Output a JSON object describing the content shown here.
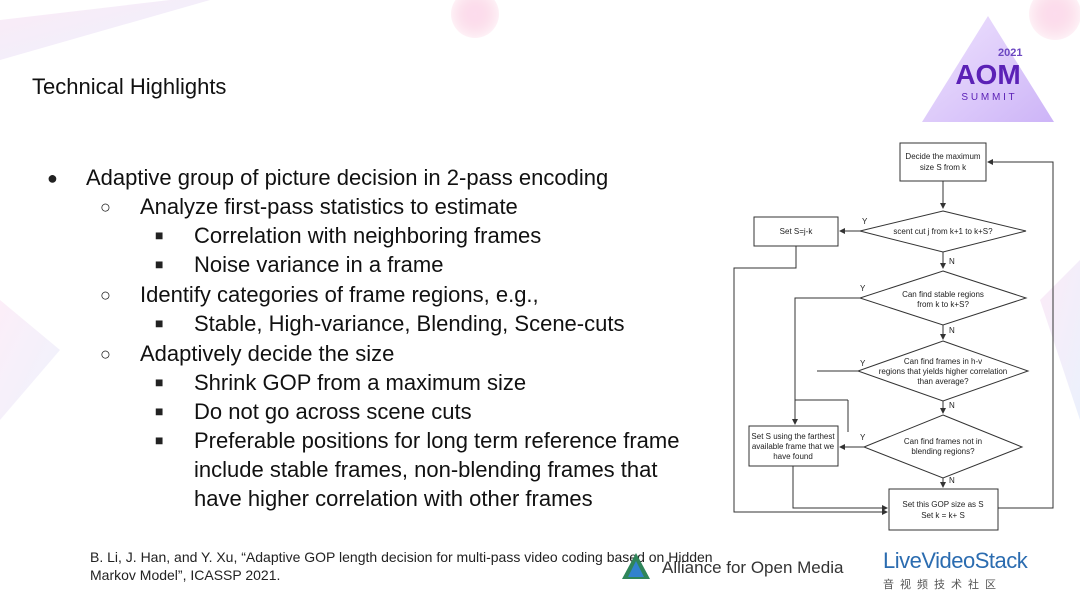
{
  "slide": {
    "title": "Technical Highlights",
    "bullets": [
      {
        "level": 1,
        "text": "Adaptive group of picture decision in 2-pass encoding"
      },
      {
        "level": 2,
        "text": "Analyze first-pass statistics to estimate"
      },
      {
        "level": 3,
        "text": "Correlation with neighboring frames"
      },
      {
        "level": 3,
        "text": "Noise variance in a frame"
      },
      {
        "level": 2,
        "text": "Identify categories of frame regions, e.g.,"
      },
      {
        "level": 3,
        "text": "Stable, High-variance, Blending, Scene-cuts"
      },
      {
        "level": 2,
        "text": "Adaptively decide the size"
      },
      {
        "level": 3,
        "text": "Shrink GOP from a maximum size"
      },
      {
        "level": 3,
        "text": "Do not go across scene cuts"
      },
      {
        "level": 3,
        "text": "Preferable positions for long term reference frame"
      },
      {
        "level": 3,
        "text": "include stable frames, non-blending frames that"
      },
      {
        "level": 3,
        "text": "have higher correlation with other frames"
      }
    ],
    "markers": {
      "level1": "●",
      "level2": "○",
      "level3": "■"
    },
    "reference_line1": "B. Li, J. Han, and Y. Xu, “Adaptive GOP length decision for multi-pass video coding based on Hidden",
    "reference_line2": "Markov Model”, ICASSP 2021."
  },
  "flowchart": {
    "start_line1": "Decide the maximum",
    "start_line2": "size S from k",
    "d1": "scent cut j from k+1 to k+S?",
    "d2_line1": "Can find stable regions",
    "d2_line2": "from k to k+S?",
    "d3_line1": "Can find frames in h-v",
    "d3_line2": "regions that yields higher correlation",
    "d3_line3": "than average?",
    "d4_line1": "Can find frames not in",
    "d4_line2": "blending regions?",
    "set_sj": "Set S=j-k",
    "set_far_line1": "Set S using the farthest",
    "set_far_line2": "available frame that we",
    "set_far_line3": "have found",
    "end_line1": "Set this GOP size as S",
    "end_line2": "Set k = k+ S",
    "yes": "Y",
    "no": "N"
  },
  "branding": {
    "event_year": "2021",
    "event_big": "AOM",
    "event_small": "S U M M I T",
    "aom_name": "Alliance for Open Media",
    "lvs_name": "LiveVideoStack",
    "lvs_sub": "音视频技术社区",
    "colors": {
      "accent": "#7b2cbf",
      "lvs": "#2b6cb0",
      "line": "#333333"
    }
  }
}
